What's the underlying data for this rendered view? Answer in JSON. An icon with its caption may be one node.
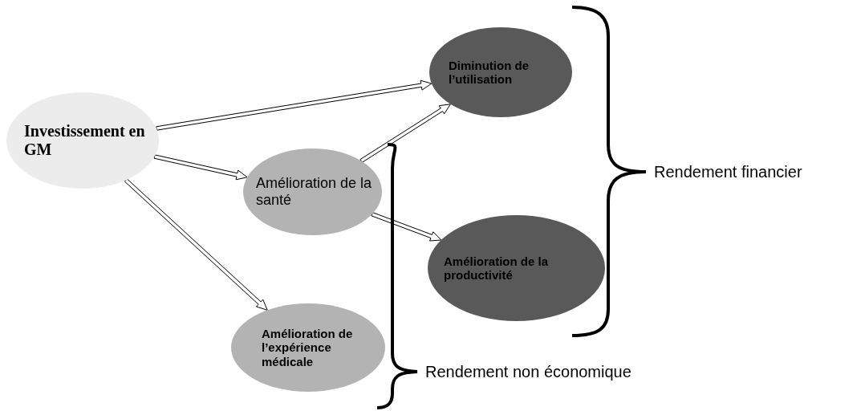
{
  "diagram": {
    "nodes": [
      {
        "text": [
          "Investissement en GM"
        ]
      },
      {
        "text": [
          "Amélioration de la santé"
        ]
      },
      {
        "text": [
          "Diminution de l’utilisation"
        ]
      },
      {
        "text": [
          "Amélioration de la productivité"
        ]
      },
      {
        "text": [
          "Amélioration de l’expérience médicale"
        ]
      }
    ],
    "edges": [
      {
        "from": 0,
        "to": 2,
        "arrow": "to"
      },
      {
        "from": 0,
        "to": 1,
        "arrow": "to"
      },
      {
        "from": 0,
        "to": 4,
        "arrow": "to"
      },
      {
        "from": 1,
        "to": 2,
        "arrow": "to"
      },
      {
        "from": 1,
        "to": 3,
        "arrow": "to"
      }
    ],
    "labels": [
      "Rendement financier",
      "Rendement non économique"
    ]
  }
}
